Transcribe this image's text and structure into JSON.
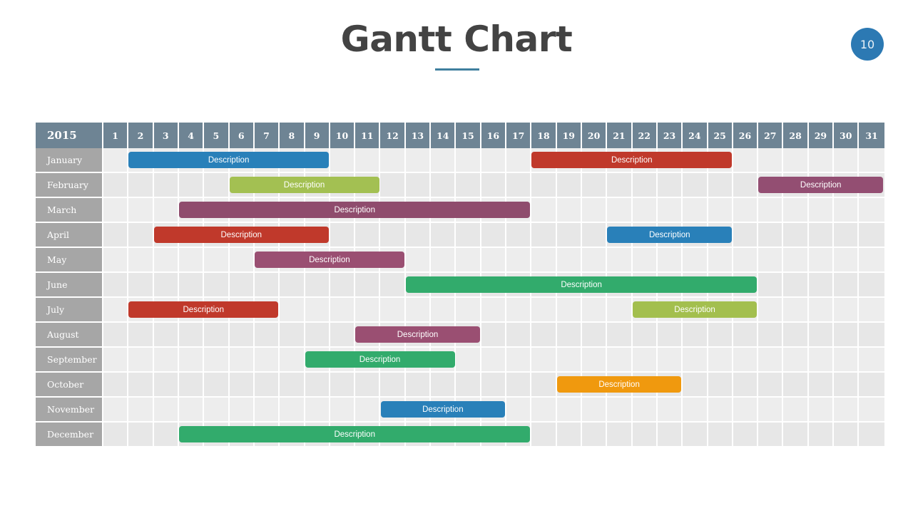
{
  "header": {
    "title": "Gantt Chart",
    "slide_number": "10",
    "accent_color": "#3f7f9e",
    "badge_color": "#2c79b3",
    "title_color": "#434343"
  },
  "chart_data": {
    "type": "bar",
    "chart_kind": "gantt",
    "title": "Gantt Chart",
    "xlabel": "",
    "ylabel": "",
    "corner_label": "2015",
    "columns": [
      "1",
      "2",
      "3",
      "4",
      "5",
      "6",
      "7",
      "8",
      "9",
      "10",
      "11",
      "12",
      "13",
      "14",
      "15",
      "16",
      "17",
      "18",
      "19",
      "20",
      "21",
      "22",
      "23",
      "24",
      "25",
      "26",
      "27",
      "28",
      "29",
      "30",
      "31"
    ],
    "xlim": [
      1,
      32
    ],
    "grid": true,
    "legend": "none",
    "header_bg": "#6e8494",
    "row_label_bg": "#a6a6a6",
    "track_bg_odd": "#ededed",
    "track_bg_even": "#e7e7e7",
    "categories": [
      "January",
      "February",
      "March",
      "April",
      "May",
      "June",
      "July",
      "August",
      "September",
      "October",
      "November",
      "December"
    ],
    "bar_label": "Description",
    "tasks": [
      {
        "row": "January",
        "label": "Description",
        "start": 2,
        "end": 9,
        "color": "#2980b9"
      },
      {
        "row": "January",
        "label": "Description",
        "start": 18,
        "end": 25,
        "color": "#c0392b"
      },
      {
        "row": "February",
        "label": "Description",
        "start": 6,
        "end": 11,
        "color": "#a3c052"
      },
      {
        "row": "February",
        "label": "Description",
        "start": 27,
        "end": 31,
        "color": "#934e72"
      },
      {
        "row": "March",
        "label": "Description",
        "start": 4,
        "end": 17,
        "color": "#8f4c6d"
      },
      {
        "row": "April",
        "label": "Description",
        "start": 3,
        "end": 9,
        "color": "#c0392b"
      },
      {
        "row": "April",
        "label": "Description",
        "start": 21,
        "end": 25,
        "color": "#2980b9"
      },
      {
        "row": "May",
        "label": "Description",
        "start": 7,
        "end": 12,
        "color": "#9a4f72"
      },
      {
        "row": "June",
        "label": "Description",
        "start": 13,
        "end": 26,
        "color": "#32ab6c"
      },
      {
        "row": "July",
        "label": "Description",
        "start": 2,
        "end": 7,
        "color": "#c0392b"
      },
      {
        "row": "July",
        "label": "Description",
        "start": 22,
        "end": 26,
        "color": "#a3bf4e"
      },
      {
        "row": "August",
        "label": "Description",
        "start": 11,
        "end": 15,
        "color": "#9a4f72"
      },
      {
        "row": "September",
        "label": "Description",
        "start": 9,
        "end": 14,
        "color": "#32ab6c"
      },
      {
        "row": "October",
        "label": "Description",
        "start": 19,
        "end": 23,
        "color": "#f0990e"
      },
      {
        "row": "November",
        "label": "Description",
        "start": 12,
        "end": 16,
        "color": "#2980b9"
      },
      {
        "row": "December",
        "label": "Description",
        "start": 4,
        "end": 17,
        "color": "#32ab6c"
      }
    ]
  }
}
